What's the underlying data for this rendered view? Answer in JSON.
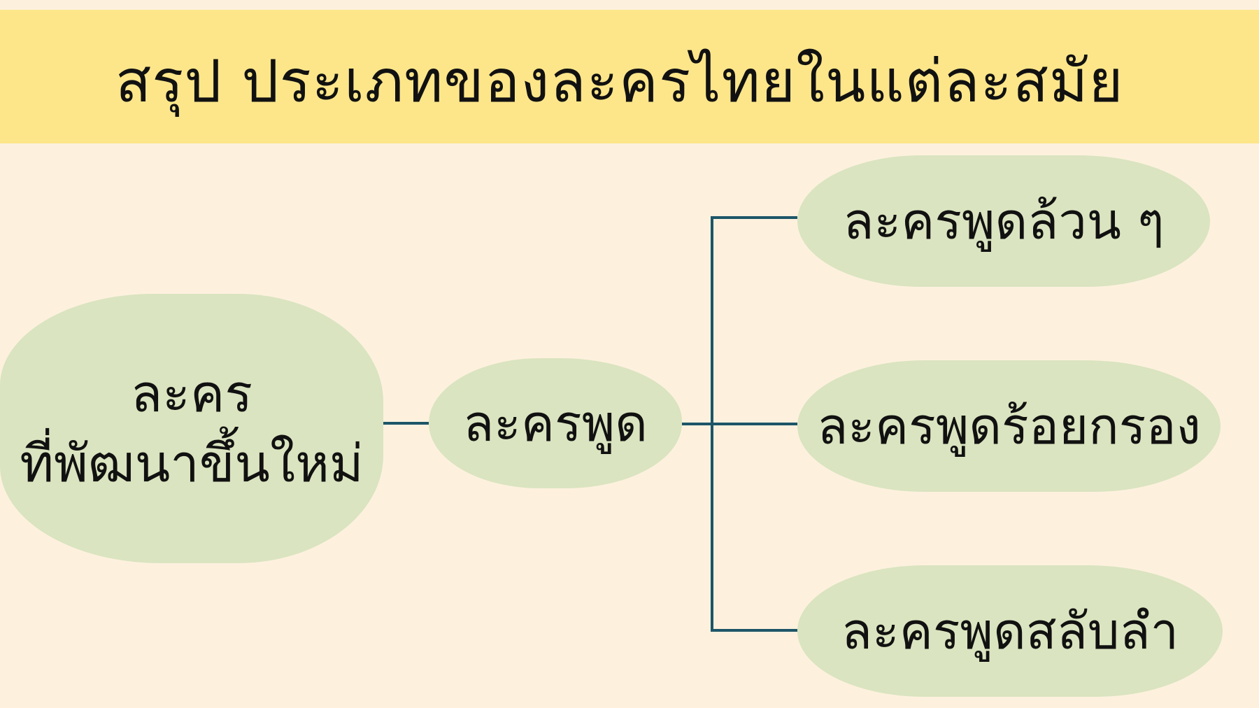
{
  "header": {
    "title": "สรุป ประเภทของละครไทยในแต่ละสมัย"
  },
  "diagram": {
    "root": {
      "line1": "ละคร",
      "line2": "ที่พัฒนาขึ้นใหม่"
    },
    "middle": {
      "label": "ละครพูด"
    },
    "leaves": [
      {
        "label": "ละครพูดล้วน ๆ"
      },
      {
        "label": "ละครพูดร้อยกรอง"
      },
      {
        "label": "ละครพูดสลับลำ"
      }
    ]
  },
  "colors": {
    "background": "#fdf1de",
    "title_band": "#fde68a",
    "node_fill": "#dae4c0",
    "connector": "#1d5668"
  }
}
